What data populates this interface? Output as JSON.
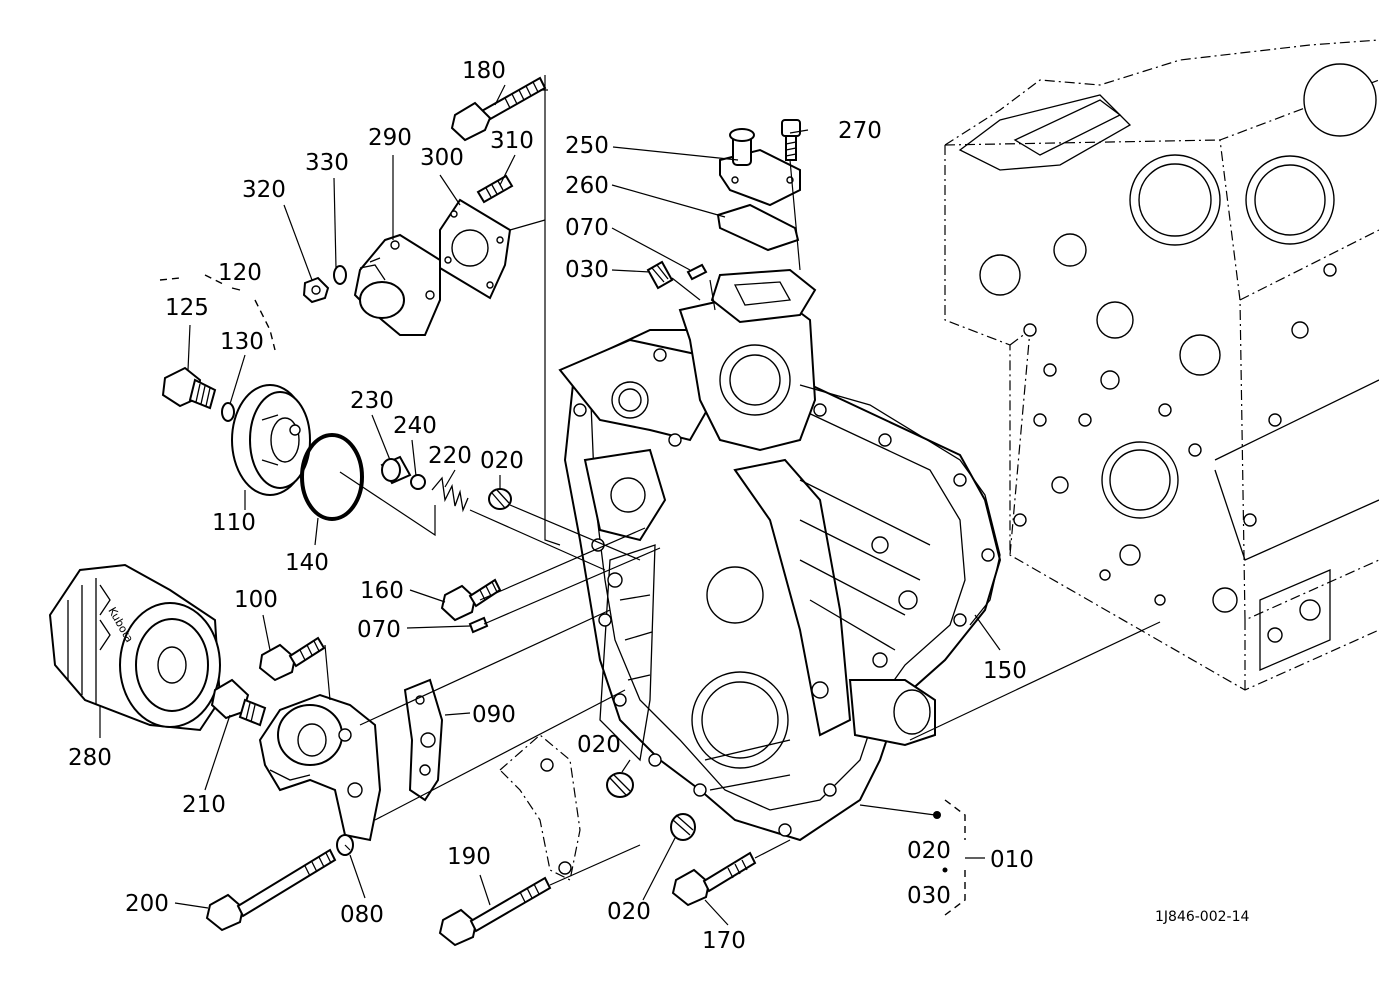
{
  "diagram": {
    "reference_code": "1J846-002-14",
    "callouts": {
      "p010": "010",
      "p020_a": "020",
      "p020_b": "020",
      "p020_c": "020",
      "p020_kit": "020",
      "p030_a": "030",
      "p030_kit": "030",
      "p070_a": "070",
      "p070_b": "070",
      "p080": "080",
      "p090": "090",
      "p100": "100",
      "p110": "110",
      "p120": "120",
      "p125": "125",
      "p130": "130",
      "p140": "140",
      "p150": "150",
      "p160": "160",
      "p170": "170",
      "p180": "180",
      "p190": "190",
      "p200": "200",
      "p210": "210",
      "p220": "220",
      "p230": "230",
      "p240": "240",
      "p250": "250",
      "p260": "260",
      "p270": "270",
      "p280": "280",
      "p290": "290",
      "p300": "300",
      "p310": "310",
      "p320": "320",
      "p330": "330"
    },
    "filter_brand": "Kubota"
  }
}
